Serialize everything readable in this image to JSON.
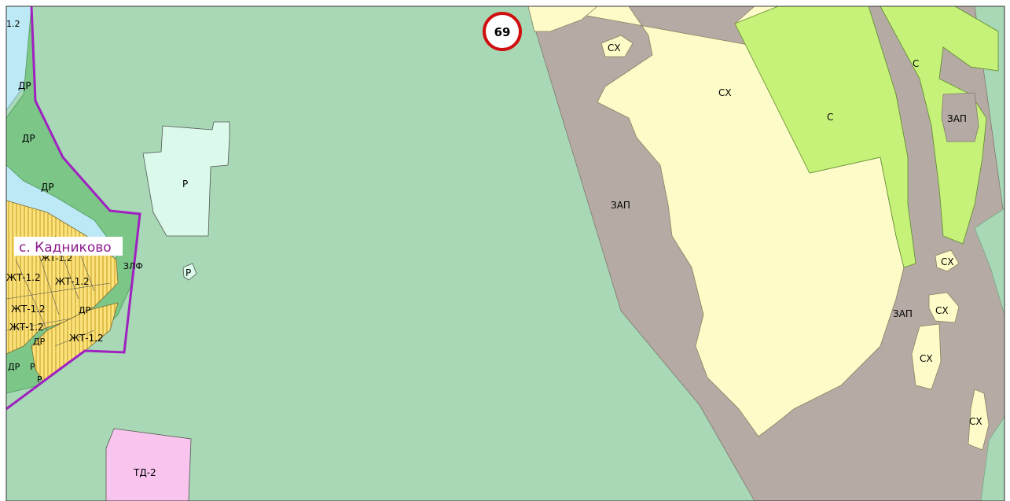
{
  "map": {
    "badge": {
      "label": "69"
    },
    "settlement": {
      "label": "с. Кадниково"
    },
    "zones": {
      "zap_main": "ЗАП",
      "zap_right": "ЗАП",
      "zap_inner": "ЗАП",
      "sx_main": "СХ",
      "sx_top": "СХ",
      "sx_right1": "СХ",
      "sx_right2": "СХ",
      "sx_right3": "СХ",
      "sx_right4": "СХ",
      "c_main": "С",
      "c_top": "С",
      "r_main": "Р",
      "r_small": "Р",
      "r_bottom1": "Р",
      "r_bottom2": "Р",
      "td2": "ТД-2",
      "zlf": "ЗЛФ",
      "dr_1": "ДР",
      "dr_2": "ДР",
      "dr_3": "ДР",
      "dr_4": "ДР",
      "dr_5": "ДР",
      "dr_6": "ДР",
      "jt_1": "ЖТ-1.2",
      "jt_2": "ЖТ-1.2",
      "jt_3": "ЖТ-1.2",
      "jt_4": "ЖТ-1.2",
      "jt_5": "ЖТ-1.2",
      "jt_6": "ЖТ-1.2",
      "corner": "1.2"
    },
    "colors": {
      "forest_green": "#a8d8b5",
      "cropland_yellow": "#fdfcc9",
      "reserve_grey": "#b5aba4",
      "lime": "#c7f27a",
      "pale_recreation": "#dcfaec",
      "public_pink": "#f9c5ef",
      "residential_yellow": "#f7d86a",
      "park_green": "#7cc788",
      "water_blue": "#bde8f5",
      "boundary_purple": "#a020c0",
      "badge_red": "#d01010"
    }
  }
}
